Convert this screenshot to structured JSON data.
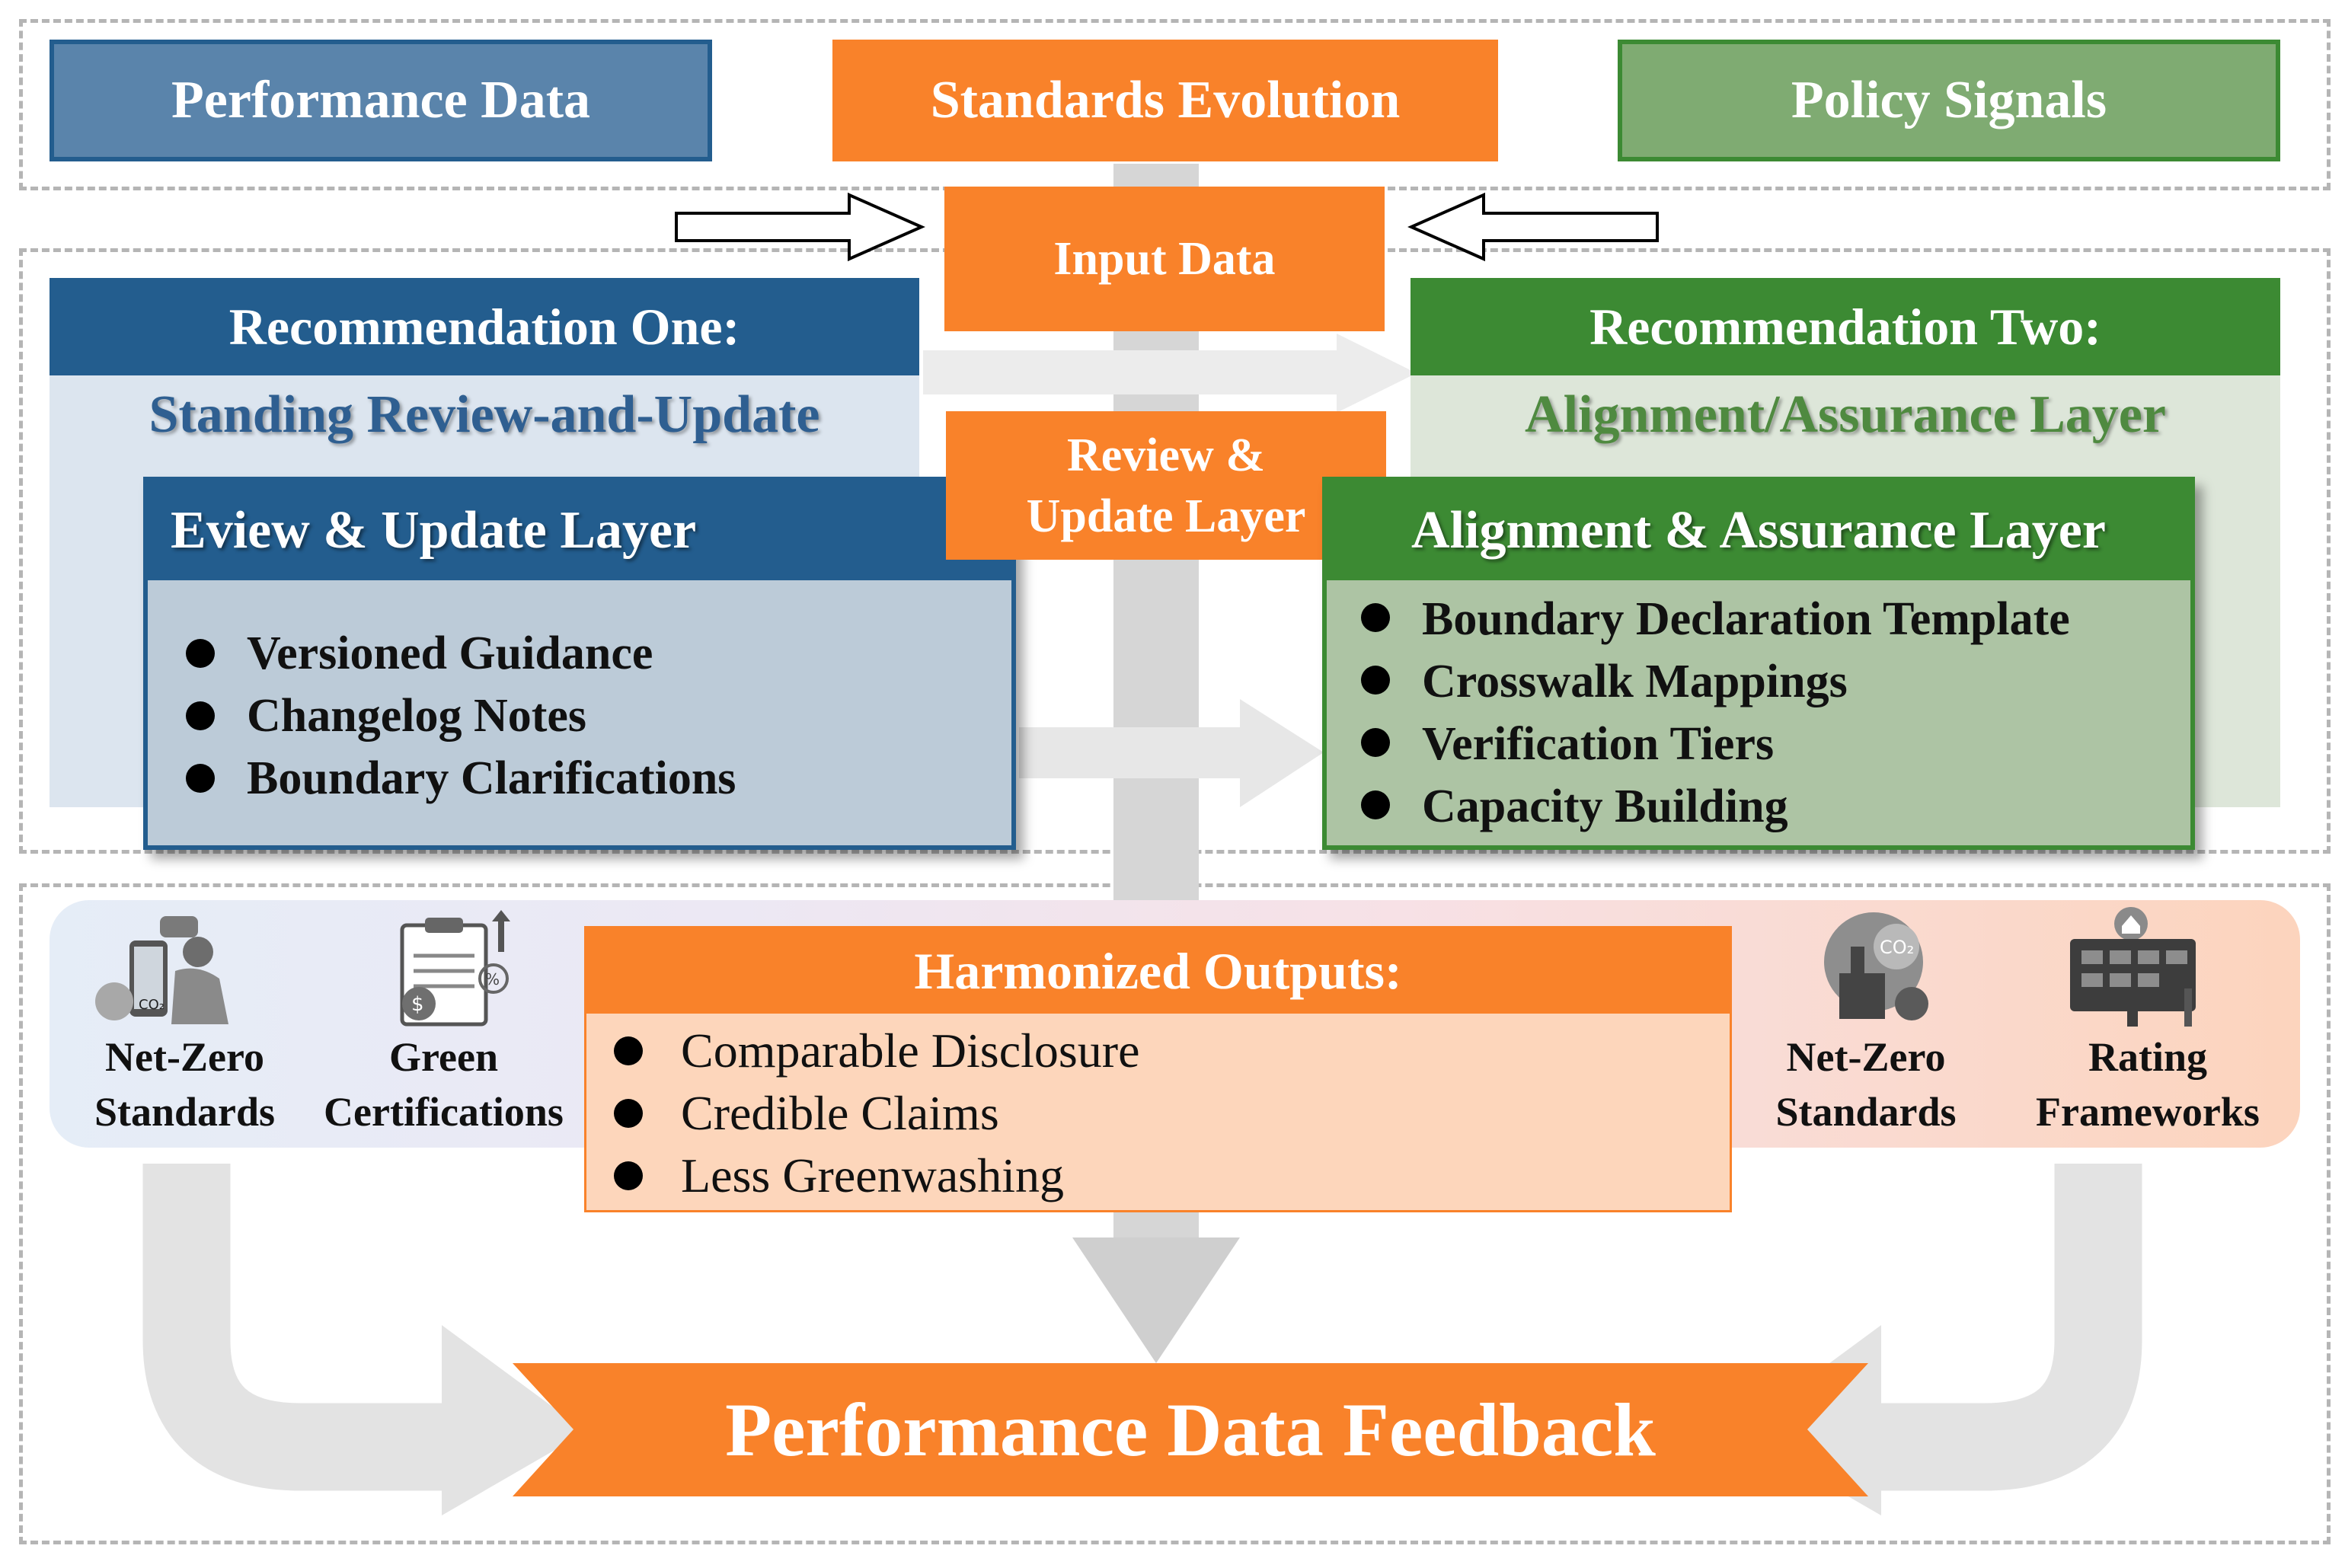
{
  "top": {
    "performance_data": "Performance Data",
    "standards_evolution": "Standards Evolution",
    "policy_signals": "Policy Signals",
    "input_data": "Input Data"
  },
  "rec_one": {
    "header": "Recommendation One:",
    "subtitle": "Standing Review-and-Update",
    "layer_title": "Eview & Update Layer",
    "items": [
      "Versioned Guidance",
      "Changelog Notes",
      "Boundary Clarifications"
    ]
  },
  "center": {
    "review_update_line1": "Review &",
    "review_update_line2": "Update Layer"
  },
  "rec_two": {
    "header": "Recommendation Two:",
    "subtitle": "Alignment/Assurance Layer",
    "layer_title": "Alignment & Assurance Layer",
    "items": [
      "Boundary Declaration Template",
      "Crosswalk Mappings",
      "Verification Tiers",
      "Capacity Building"
    ]
  },
  "outputs": {
    "header": "Harmonized Outputs:",
    "items": [
      "Comparable Disclosure",
      "Credible Claims",
      "Less Greenwashing"
    ]
  },
  "categories": {
    "left": [
      {
        "line1": "Net-Zero",
        "line2": "Standards",
        "icon": "net-zero-person-icon"
      },
      {
        "line1": "Green",
        "line2": "Certifications",
        "icon": "green-certification-icon"
      }
    ],
    "right": [
      {
        "line1": "Net-Zero",
        "line2": "Standards",
        "icon": "co2-factory-icon"
      },
      {
        "line1": "Rating",
        "line2": "Frameworks",
        "icon": "rating-dashboard-icon"
      }
    ]
  },
  "feedback": "Performance Data Feedback",
  "colors": {
    "orange": "#f9822a",
    "blue": "#235d8e",
    "steel_blue": "#5a84ab",
    "green": "#3c8a33",
    "sage": "#7fab72",
    "gray_flow": "#d8d8d8"
  }
}
